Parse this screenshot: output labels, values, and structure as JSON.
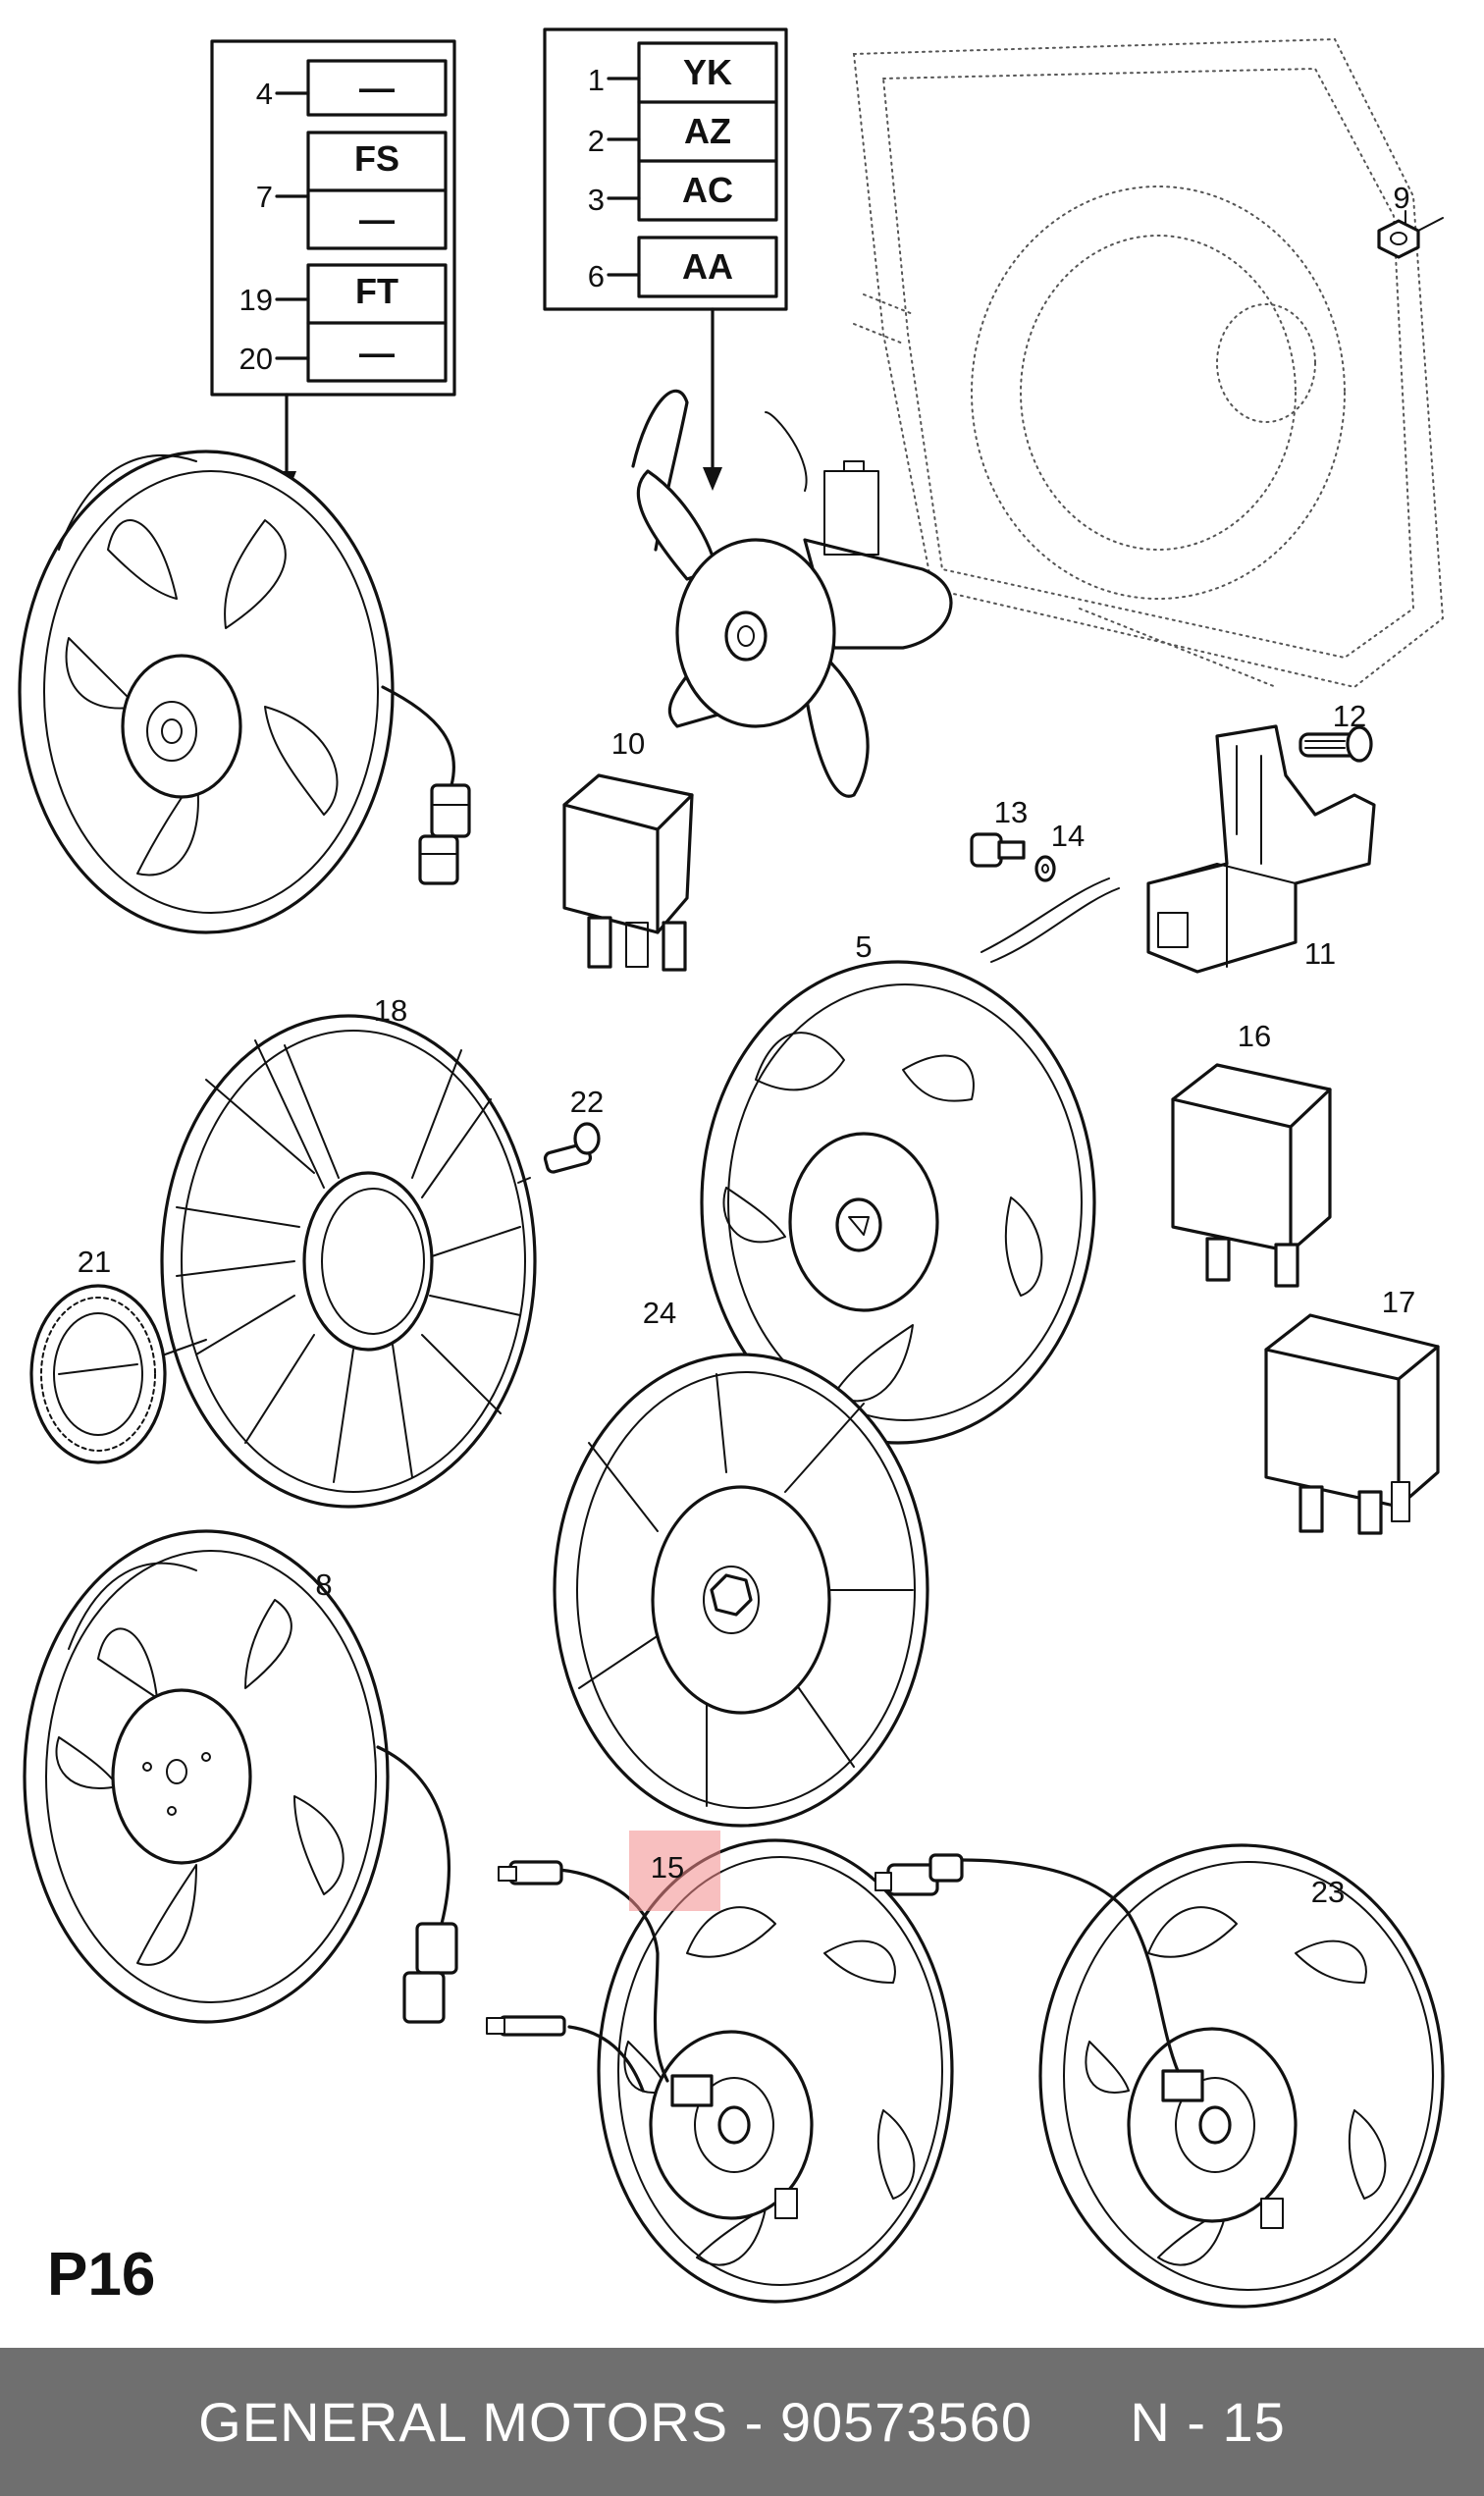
{
  "diagram": {
    "page_code": "P16",
    "code_box_left": [
      {
        "num": "4",
        "code": "—"
      },
      {
        "num": "7",
        "code_top": "FS",
        "code_bottom": "—"
      },
      {
        "num": "19",
        "code": "FT"
      },
      {
        "num": "20",
        "code": "—"
      }
    ],
    "code_box_right": [
      {
        "num": "1",
        "code": "YK"
      },
      {
        "num": "2",
        "code": "AZ"
      },
      {
        "num": "3",
        "code": "AC"
      },
      {
        "num": "6",
        "code": "AA"
      }
    ],
    "part_numbers": {
      "p5": "5",
      "p8": "8",
      "p9": "9",
      "p10": "10",
      "p11": "11",
      "p12": "12",
      "p13": "13",
      "p14": "14",
      "p15": "15",
      "p16": "16",
      "p17": "17",
      "p18": "18",
      "p21": "21",
      "p22": "22",
      "p23": "23",
      "p24": "24"
    },
    "highlight_color": "#f28b8b"
  },
  "footer": {
    "text": "GENERAL MOTORS - 90573560      N - 15",
    "background": "#6f6f6f"
  }
}
